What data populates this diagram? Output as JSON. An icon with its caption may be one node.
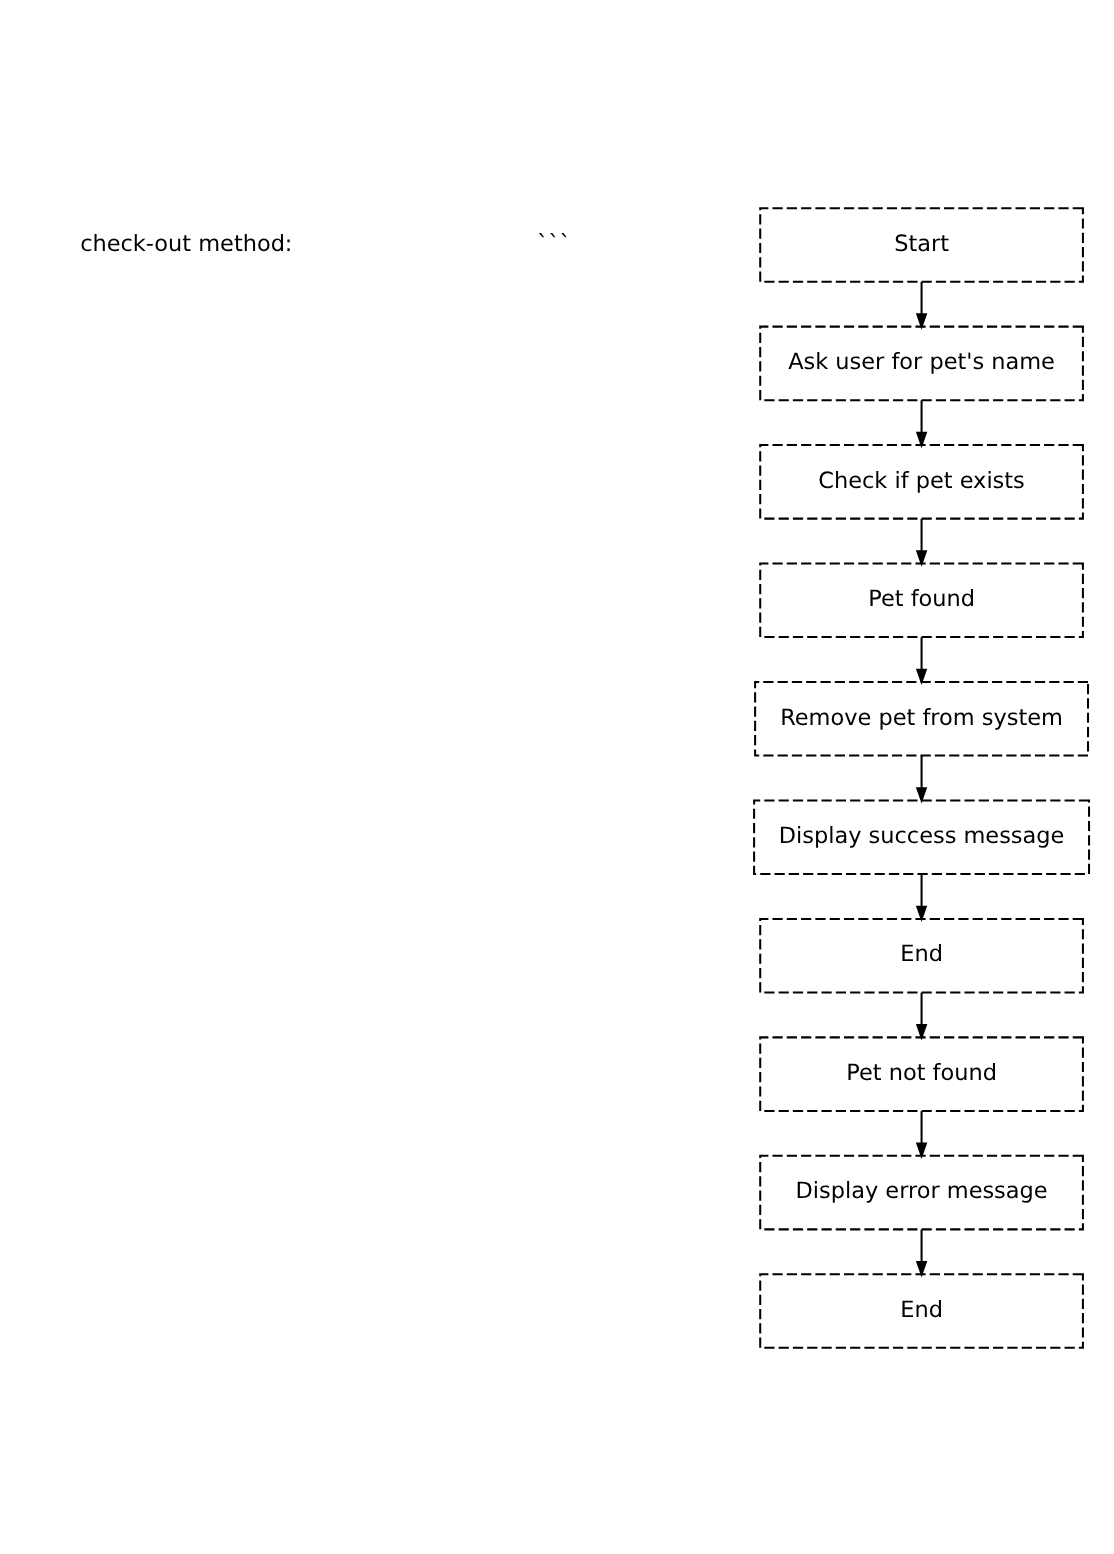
{
  "diagram": {
    "nodes": [
      {
        "text": [
          "Start"
        ]
      },
      {
        "text": [
          "Ask user for pet's name"
        ]
      },
      {
        "text": [
          "Check if pet exists"
        ]
      },
      {
        "text": [
          "Pet found"
        ]
      },
      {
        "text": [
          "Remove pet from system"
        ]
      },
      {
        "text": [
          "Display success message"
        ]
      },
      {
        "text": [
          "End"
        ]
      },
      {
        "text": [
          "Pet not found"
        ]
      },
      {
        "text": [
          "Display error message"
        ]
      },
      {
        "text": [
          "End"
        ]
      }
    ],
    "edges": [
      {
        "from": 0,
        "to": 1,
        "arrow": "to"
      },
      {
        "from": 1,
        "to": 2,
        "arrow": "to"
      },
      {
        "from": 2,
        "to": 3,
        "arrow": "to"
      },
      {
        "from": 3,
        "to": 4,
        "arrow": "to"
      },
      {
        "from": 4,
        "to": 5,
        "arrow": "to"
      },
      {
        "from": 5,
        "to": 6,
        "arrow": "to"
      },
      {
        "from": 6,
        "to": 7,
        "arrow": "to"
      },
      {
        "from": 7,
        "to": 8,
        "arrow": "to"
      },
      {
        "from": 8,
        "to": 9,
        "arrow": "to"
      }
    ],
    "labels": [
      "check-out method:",
      "```"
    ]
  }
}
